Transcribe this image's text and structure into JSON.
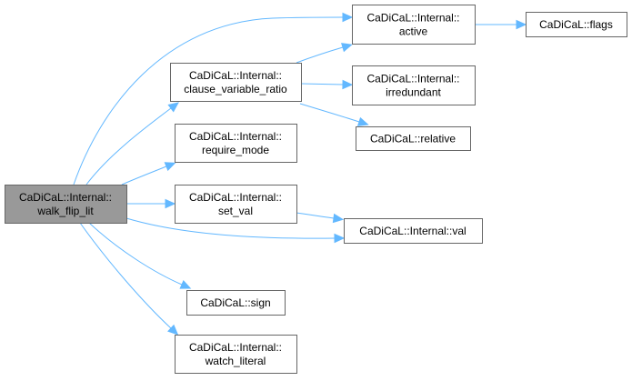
{
  "graph": {
    "nodes": [
      {
        "id": "walk_flip_lit",
        "lines": [
          "CaDiCaL::Internal::",
          "walk_flip_lit"
        ],
        "current": true
      },
      {
        "id": "active",
        "lines": [
          "CaDiCaL::Internal::",
          "active"
        ]
      },
      {
        "id": "flags",
        "lines": [
          "CaDiCaL::flags"
        ]
      },
      {
        "id": "clause_variable_ratio",
        "lines": [
          "CaDiCaL::Internal::",
          "clause_variable_ratio"
        ]
      },
      {
        "id": "irredundant",
        "lines": [
          "CaDiCaL::Internal::",
          "irredundant"
        ]
      },
      {
        "id": "relative",
        "lines": [
          "CaDiCaL::relative"
        ]
      },
      {
        "id": "require_mode",
        "lines": [
          "CaDiCaL::Internal::",
          "require_mode"
        ]
      },
      {
        "id": "set_val",
        "lines": [
          "CaDiCaL::Internal::",
          "set_val"
        ]
      },
      {
        "id": "val",
        "lines": [
          "CaDiCaL::Internal::val"
        ]
      },
      {
        "id": "sign",
        "lines": [
          "CaDiCaL::sign"
        ]
      },
      {
        "id": "watch_literal",
        "lines": [
          "CaDiCaL::Internal::",
          "watch_literal"
        ]
      }
    ],
    "edges": [
      [
        "walk_flip_lit",
        "active"
      ],
      [
        "walk_flip_lit",
        "clause_variable_ratio"
      ],
      [
        "walk_flip_lit",
        "require_mode"
      ],
      [
        "walk_flip_lit",
        "set_val"
      ],
      [
        "walk_flip_lit",
        "val"
      ],
      [
        "walk_flip_lit",
        "sign"
      ],
      [
        "walk_flip_lit",
        "watch_literal"
      ],
      [
        "active",
        "flags"
      ],
      [
        "clause_variable_ratio",
        "active"
      ],
      [
        "clause_variable_ratio",
        "irredundant"
      ],
      [
        "clause_variable_ratio",
        "relative"
      ],
      [
        "set_val",
        "val"
      ]
    ]
  }
}
